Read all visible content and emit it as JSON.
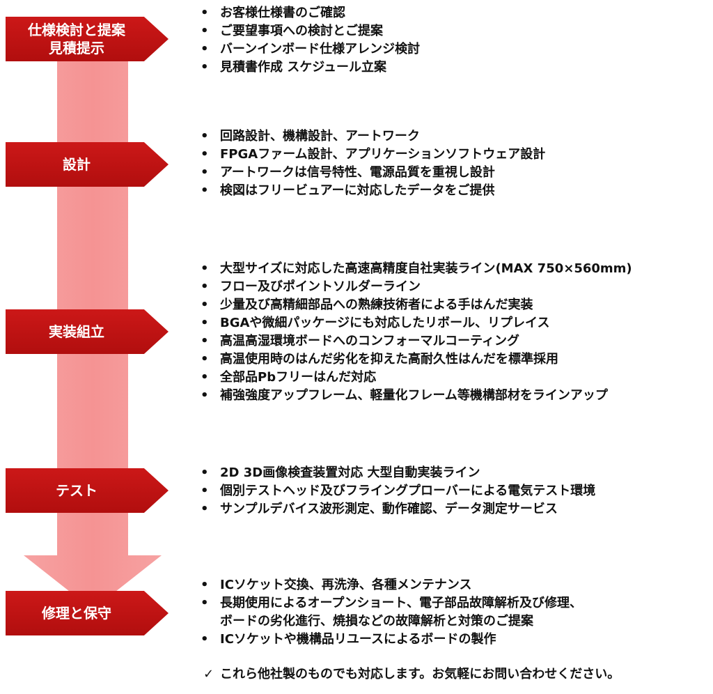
{
  "colors": {
    "step_fill": "#cc1818",
    "flow_arrow": "#f69c9c",
    "text": "#111111"
  },
  "steps": [
    {
      "label": "仕様検討と提案\n見積提示",
      "details": [
        "お客様仕様書のご確認",
        "ご要望事項への検討とご提案",
        "バーンインボード仕様アレンジ検討",
        "見積書作成 スケジュール立案"
      ]
    },
    {
      "label": "設計",
      "details": [
        "回路設計、機構設計、アートワーク",
        "FPGAファーム設計、アプリケーションソフトウェア設計",
        "アートワークは信号特性、電源品質を重視し設計",
        "検図はフリービュアーに対応したデータをご提供"
      ]
    },
    {
      "label": "実装組立",
      "details": [
        "大型サイズに対応した高速高精度自社実装ライン(MAX 750×560mm)",
        "フロー及びポイントソルダーライン",
        "少量及び高精細部品への熟練技術者による手はんだ実装",
        "BGAや微細パッケージにも対応したリボール、リプレイス",
        "高温高湿環境ボードへのコンフォーマルコーティング",
        "高温使用時のはんだ劣化を抑えた高耐久性はんだを標準採用",
        "全部品Pbフリーはんだ対応",
        "補強強度アップフレーム、軽量化フレーム等機構部材をラインアップ"
      ]
    },
    {
      "label": "テスト",
      "details": [
        "2D 3D画像検査装置対応 大型自動実装ライン",
        "個別テストヘッド及びフライングプローバーによる電気テスト環境",
        "サンプルデバイス波形測定、動作確認、データ測定サービス"
      ]
    },
    {
      "label": "修理と保守",
      "details": [
        "ICソケット交換、再洗浄、各種メンテナンス",
        "長期使用によるオープンショート、電子部品故障解析及び修理、\nボードの劣化進行、焼損などの故障解析と対策のご提案",
        "ICソケットや機構品リユースによるボードの製作"
      ]
    }
  ],
  "bullet_symbol": "•",
  "footer": {
    "check_symbol": "✓",
    "text": "これら他社製のものでも対応します。お気軽にお問い合わせください。"
  }
}
